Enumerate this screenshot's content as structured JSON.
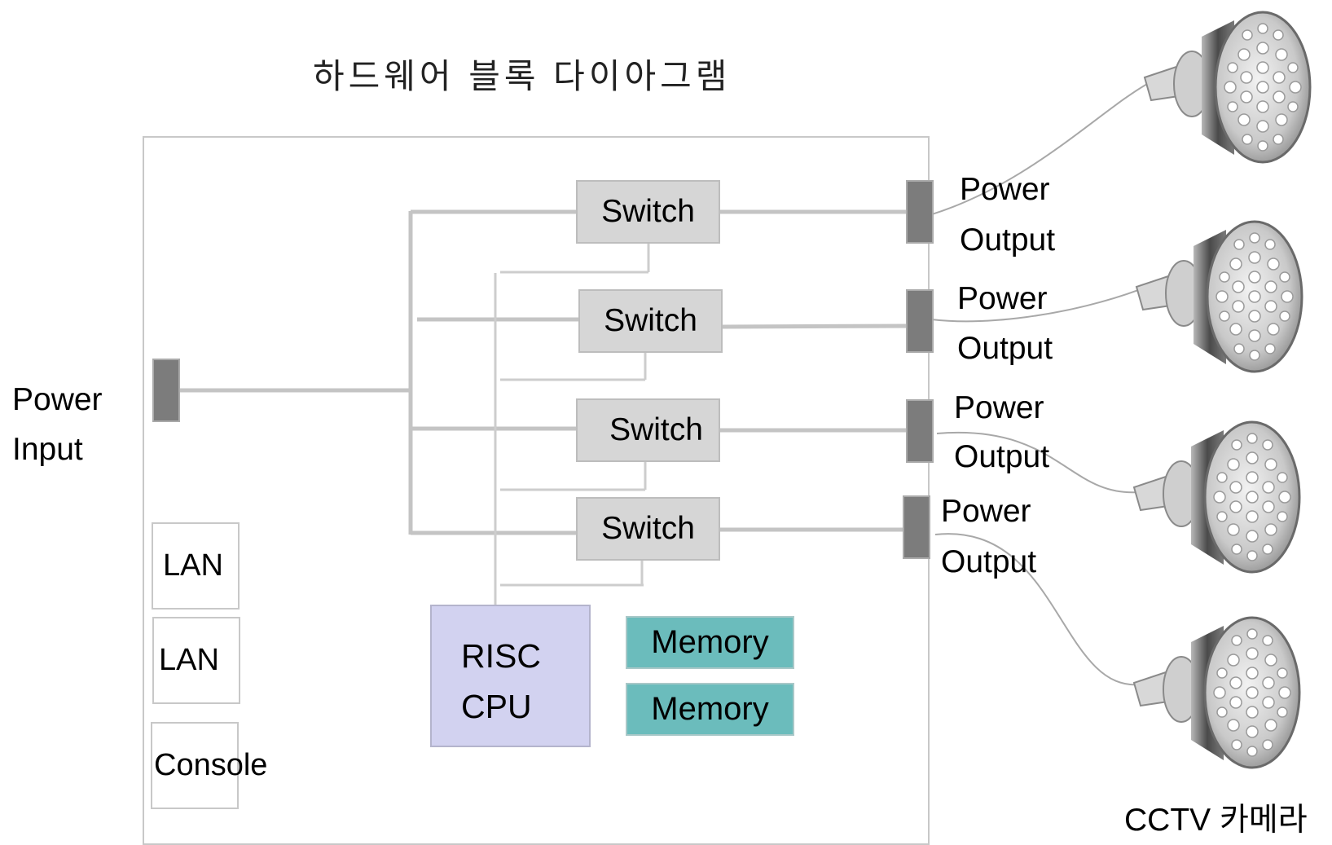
{
  "title": "하드웨어 블록 다이아그램",
  "power_input": {
    "line1": "Power",
    "line2": "Input"
  },
  "switches": [
    "Switch",
    "Switch",
    "Switch",
    "Switch"
  ],
  "power_outputs": [
    {
      "line1": "Power",
      "line2": "Output"
    },
    {
      "line1": "Power",
      "line2": "Output"
    },
    {
      "line1": "Power",
      "line2": "Output"
    },
    {
      "line1": "Power",
      "line2": "Output"
    }
  ],
  "ports": [
    "LAN",
    "LAN",
    "Console"
  ],
  "cpu": {
    "line1": "RISC",
    "line2": "CPU"
  },
  "memory": [
    "Memory",
    "Memory"
  ],
  "camera_caption": "CCTV 카메라",
  "colors": {
    "switch_fill": "#d6d6d6",
    "port_fill": "#7c7c7c",
    "cpu_fill": "#d2d2f0",
    "memory_fill": "#6bbcbc",
    "wire": "#c4c4c4"
  }
}
